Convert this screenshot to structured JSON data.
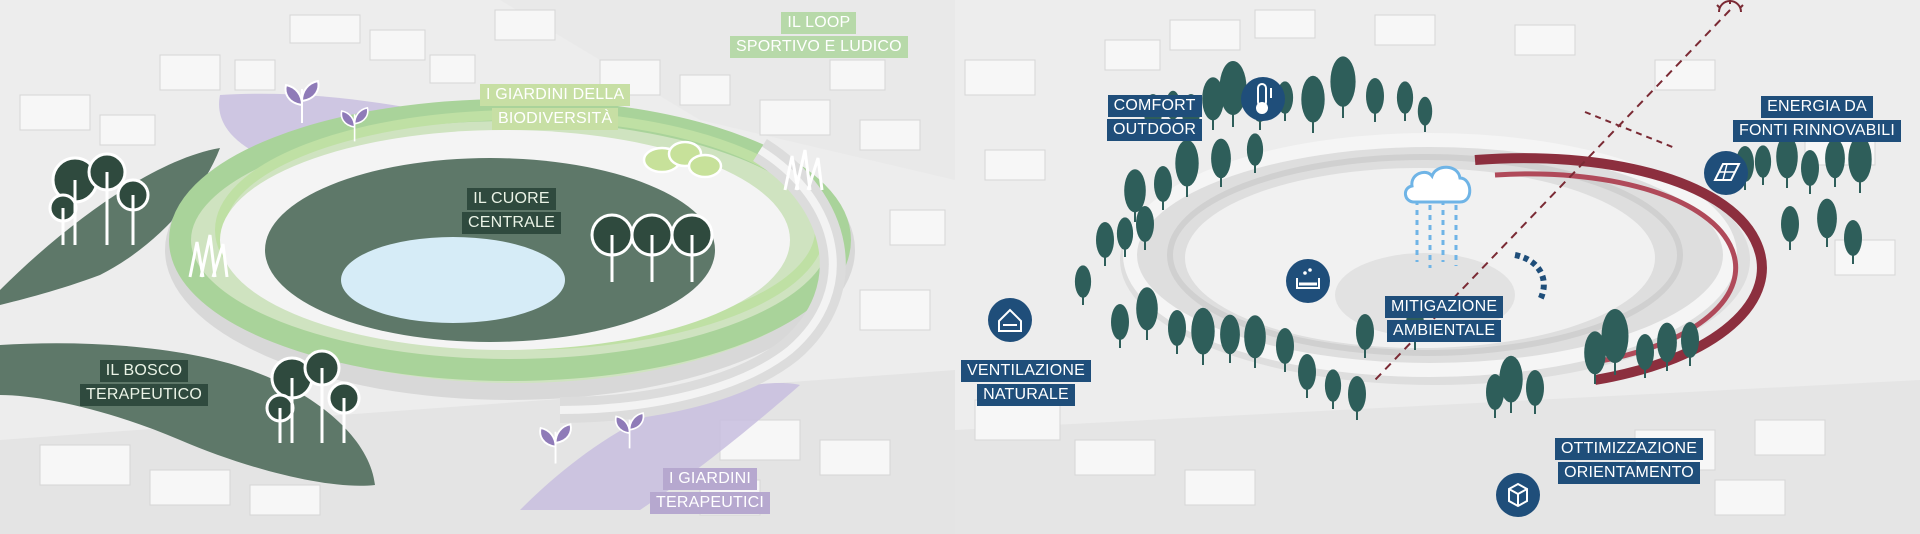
{
  "left_panel": {
    "labels": {
      "loop": [
        "IL LOOP",
        "SPORTIVO E LUDICO"
      ],
      "giardini_biodiversita": [
        "I GIARDINI DELLA",
        "BIODIVERSITÀ"
      ],
      "cuore": [
        "IL CUORE",
        "CENTRALE"
      ],
      "bosco": [
        "IL BOSCO",
        "TERAPEUTICO"
      ],
      "giardini_terapeutici": [
        "I GIARDINI",
        "TERAPEUTICI"
      ]
    }
  },
  "right_panel": {
    "labels": {
      "comfort": [
        "COMFORT",
        "OUTDOOR"
      ],
      "energia": [
        "ENERGIA DA",
        "FONTI RINNOVABILI"
      ],
      "mitigazione": [
        "MITIGAZIONE",
        "AMBIENTALE"
      ],
      "ventilazione": [
        "VENTILAZIONE",
        "NATURALE"
      ],
      "ottimizzazione": [
        "OTTIMIZZAZIONE",
        "ORIENTAMENTO"
      ]
    }
  },
  "colors": {
    "dark_green": "#2f4a3e",
    "forest_green": "#5e7869",
    "ring_green": "#a9d39a",
    "lime": "#c7dfa4",
    "lilac": "#b6a8cf",
    "navy": "#1f4e7a",
    "teal_tree": "#2e5e5a",
    "red_roof": "#8c2f3e",
    "water": "#d6ecf7"
  },
  "icons": [
    "tree-cluster-icon",
    "grass-icon",
    "leaf-sprout-icon",
    "cloud-icon",
    "thermometer-icon",
    "house-wind-icon",
    "solar-panel-icon",
    "cube-compass-icon",
    "sun-icon",
    "water-filter-icon"
  ]
}
